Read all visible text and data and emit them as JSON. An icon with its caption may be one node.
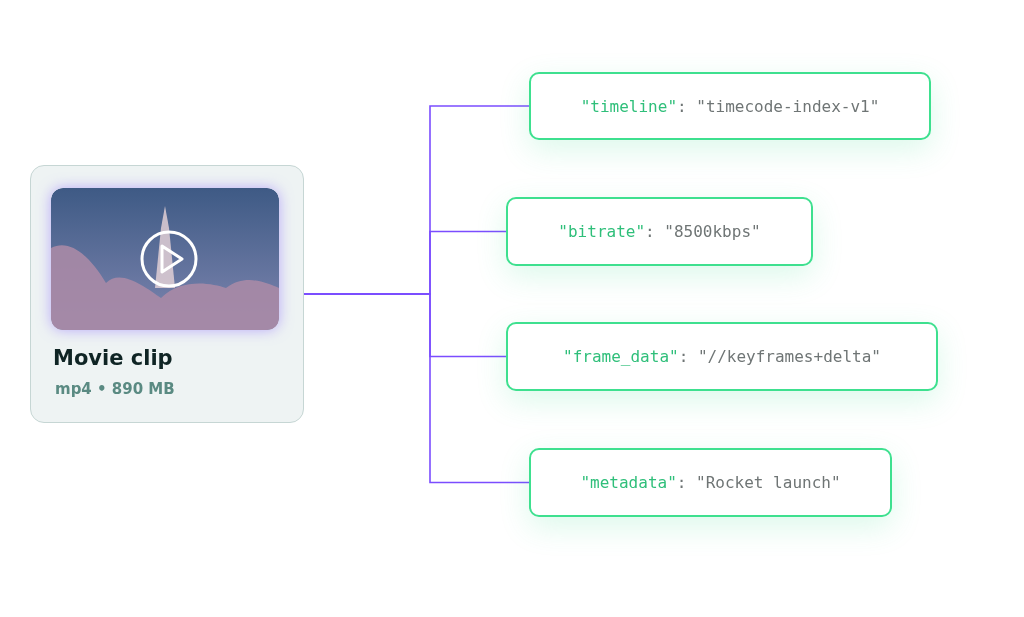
{
  "diagram": {
    "nodes": [
      {
        "text": [
          "Movie clip",
          "mp4 • 890 MB"
        ]
      },
      {
        "text": [
          "\"timeline\": \"timecode-index-v1\""
        ]
      },
      {
        "text": [
          "\"bitrate\": \"8500kbps\""
        ]
      },
      {
        "text": [
          "\"frame_data\": \"//keyframes+delta\""
        ]
      },
      {
        "text": [
          "\"metadata\": \"Rocket launch\""
        ]
      }
    ],
    "edges": [
      {
        "from": 0,
        "to": 1,
        "arrow": "none"
      },
      {
        "from": 0,
        "to": 2,
        "arrow": "none"
      },
      {
        "from": 0,
        "to": 3,
        "arrow": "none"
      },
      {
        "from": 0,
        "to": 4,
        "arrow": "none"
      }
    ]
  }
}
